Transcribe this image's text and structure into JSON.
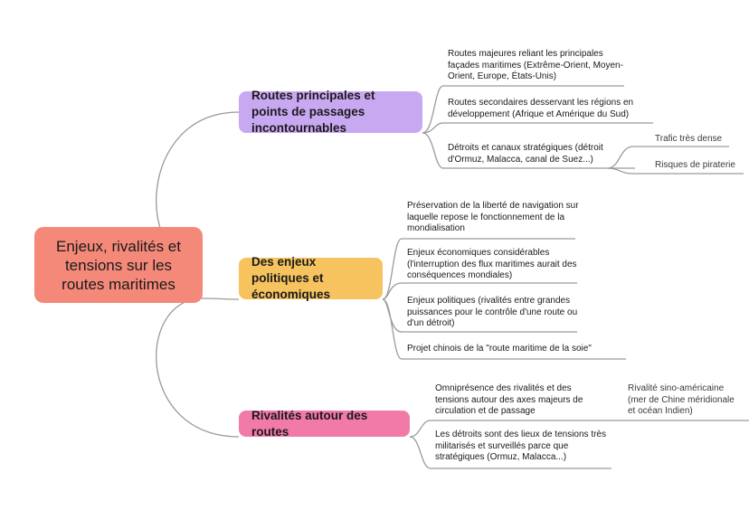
{
  "colors": {
    "central": "#f4897a",
    "branch1": "#c9a8f2",
    "branch2": "#f7c35f",
    "branch3": "#f27aa9",
    "connector": "#9a9a9a"
  },
  "central": {
    "label": "Enjeux, rivalités et tensions sur les routes maritimes"
  },
  "branches": [
    {
      "label": "Routes principales et points de passages incontournables",
      "items": [
        {
          "text": "Routes majeures reliant les principales façades maritimes (Extrême-Orient, Moyen-Orient, Europe, États-Unis)"
        },
        {
          "text": "Routes secondaires desservant les régions en développement (Afrique et Amérique du Sud)"
        },
        {
          "text": "Détroits et canaux stratégiques (détroit d'Ormuz, Malacca, canal de Suez...)",
          "children": [
            {
              "text": "Trafic très dense"
            },
            {
              "text": "Risques de piraterie"
            }
          ]
        }
      ]
    },
    {
      "label": "Des enjeux politiques et économiques",
      "items": [
        {
          "text": "Préservation de la liberté de navigation sur laquelle repose le fonctionnement de la mondialisation"
        },
        {
          "text": "Enjeux économiques considérables (l'interruption des flux maritimes aurait des conséquences mondiales)"
        },
        {
          "text": "Enjeux politiques (rivalités entre grandes puissances pour le contrôle d'une route ou d'un détroit)"
        },
        {
          "text": "Projet chinois de la \"route maritime de la soie\""
        }
      ]
    },
    {
      "label": "Rivalités autour des routes",
      "items": [
        {
          "text": "Omniprésence des rivalités et des tensions autour des axes majeurs de circulation et de passage",
          "children": [
            {
              "text": "Rivalité sino-américaine (mer de Chine méridionale et océan Indien)"
            }
          ]
        },
        {
          "text": "Les détroits sont des lieux de tensions très militarisés et surveillés parce que stratégiques (Ormuz, Malacca...)"
        }
      ]
    }
  ]
}
